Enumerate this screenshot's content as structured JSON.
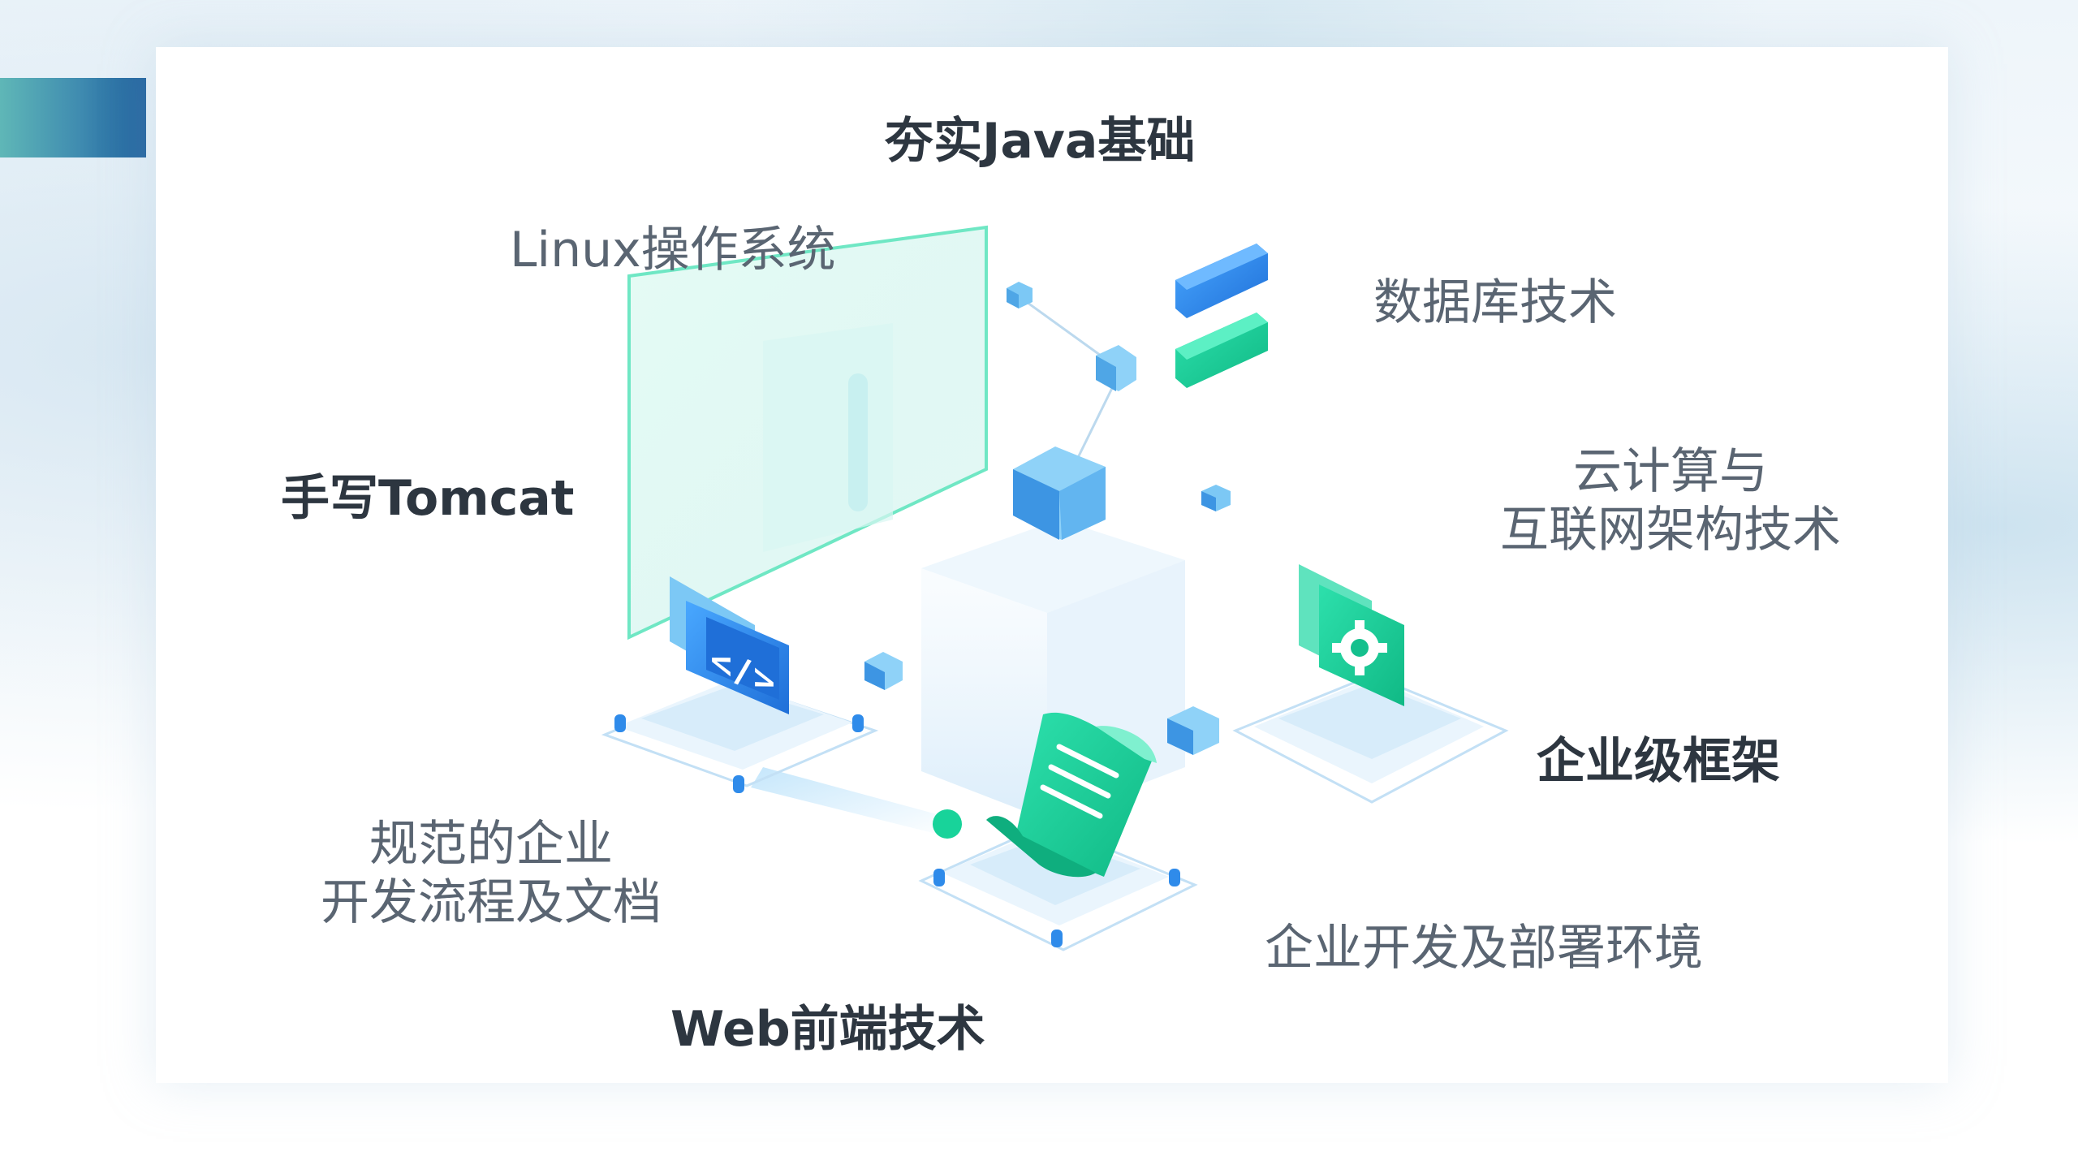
{
  "labels": {
    "java": "夯实Java基础",
    "linux": "Linux操作系统",
    "database": "数据库技术",
    "tomcat": "手写Tomcat",
    "cloud_line1": "云计算与",
    "cloud_line2": "互联网架构技术",
    "framework": "企业级框架",
    "process_line1": "规范的企业",
    "process_line2": "开发流程及文档",
    "deploy": "企业开发及部署环境",
    "web": "Web前端技术"
  },
  "colors": {
    "blue": "#2f8bea",
    "light_blue": "#7cc8f5",
    "green": "#18d39a",
    "dark_text": "#2d3640",
    "gray_text": "#5a6572",
    "accent_tab": "#1d5f9c"
  },
  "icons": [
    "code-window-icon",
    "settings-gear-icon",
    "document-scroll-icon",
    "database-stack-icon",
    "cube-icon"
  ]
}
